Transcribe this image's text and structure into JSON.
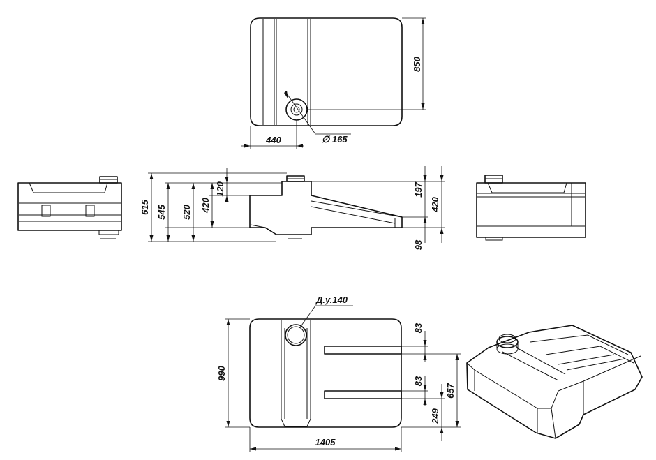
{
  "drawing": {
    "dimensions": {
      "top_height": "850",
      "top_offset": "440",
      "top_diameter": "∅ 165",
      "front_615": "615",
      "front_545": "545",
      "front_520": "520",
      "front_420_left": "420",
      "front_120": "120",
      "front_197": "197",
      "front_420_right": "420",
      "front_98": "98",
      "bottom_nominal": "Д.у.140",
      "bottom_height": "990",
      "bottom_width": "1405",
      "bottom_83_top": "83",
      "bottom_83_mid": "83",
      "bottom_657": "657",
      "bottom_249": "249"
    }
  }
}
